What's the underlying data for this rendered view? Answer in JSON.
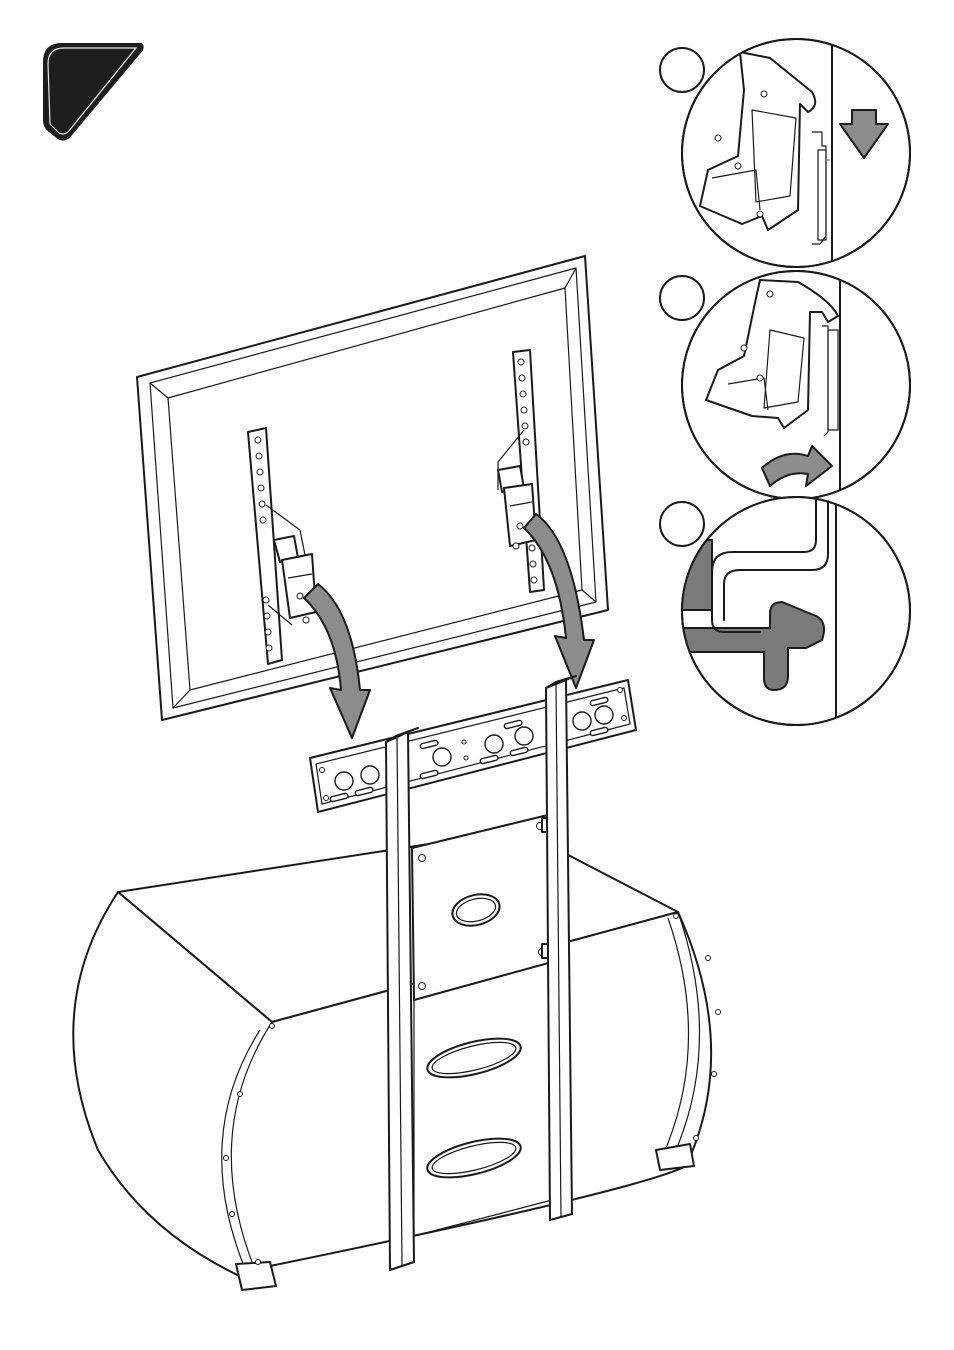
{
  "diagram": {
    "step_badge_color": "#1e1e1e",
    "arrow_color": "#8c8c8c",
    "line_color": "#1a1a1a",
    "detail_views": 3,
    "detail_views_order": [
      "hook-lower",
      "hook-engage",
      "hook-closeup"
    ],
    "icons": [
      "step-badge-icon",
      "arrow-down-icon",
      "arrow-curve-icon"
    ]
  }
}
